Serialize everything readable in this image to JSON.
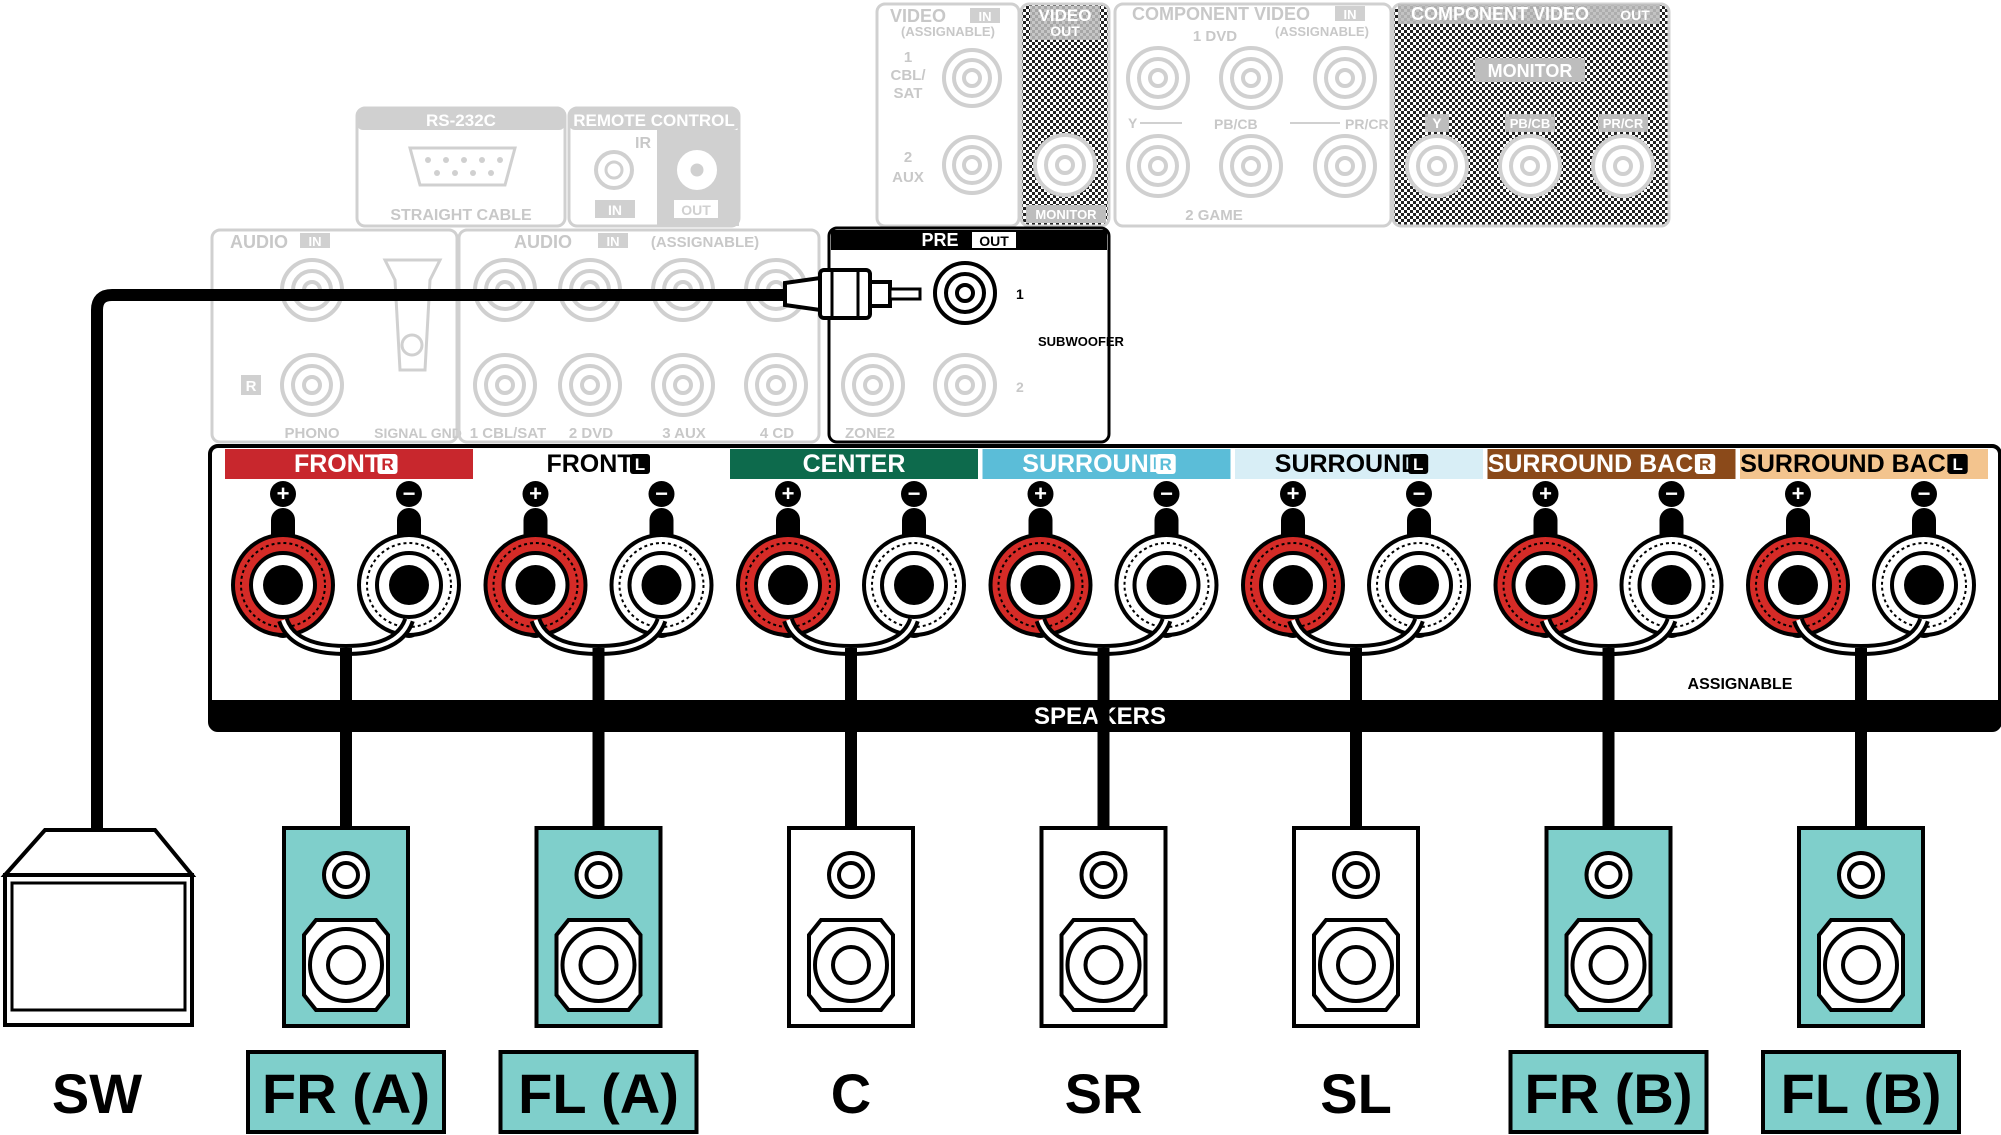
{
  "rear_panel": {
    "video_in": {
      "title": "VIDEO",
      "tag": "IN",
      "sub": "(ASSIGNABLE)",
      "inputs": [
        "1",
        "CBL/",
        "SAT",
        "2",
        "AUX"
      ]
    },
    "video_out": {
      "title": "VIDEO",
      "tag": "OUT",
      "jack_label": "MONITOR"
    },
    "component_in": {
      "title": "COMPONENT VIDEO",
      "tag": "IN",
      "sub": "(ASSIGNABLE)",
      "top_label": "1 DVD",
      "bottom_label": "2 GAME",
      "ch_y": "Y",
      "ch_pb": "PB/CB",
      "ch_pr": "PR/CR"
    },
    "component_out": {
      "title": "COMPONENT VIDEO",
      "tag": "OUT",
      "monitor": "MONITOR",
      "ch_y": "Y",
      "ch_pb": "PB/CB",
      "ch_pr": "PR/CR"
    },
    "rs232c": {
      "title": "RS-232C",
      "cable": "STRAIGHT CABLE"
    },
    "remote_control": {
      "title": "REMOTE CONTROL",
      "ir": "IR",
      "in": "IN",
      "out": "OUT"
    },
    "audio_in_phono": {
      "title": "AUDIO",
      "tag": "IN",
      "r": "R",
      "phono": "PHONO",
      "signal_gnd": "SIGNAL GND"
    },
    "audio_in_assignable": {
      "title": "AUDIO",
      "tag": "IN",
      "sub": "(ASSIGNABLE)",
      "inputs": [
        "1 CBL/SAT",
        "2 DVD",
        "3 AUX",
        "4 CD"
      ]
    },
    "pre_out": {
      "title": "PRE",
      "tag": "OUT",
      "ch1": "1",
      "ch2": "2",
      "subwoofer": "SUBWOOFER",
      "zone2": "ZONE2"
    },
    "speakers": {
      "label": "SPEAKERS",
      "assignable": "ASSIGNABLE",
      "plus": "+",
      "minus": "−",
      "channels": [
        {
          "name": "FRONT",
          "side": "R",
          "color": "#c8272d",
          "text_color": "#ffffff"
        },
        {
          "name": "FRONT",
          "side": "L",
          "color": "#ffffff",
          "text_color": "#000000"
        },
        {
          "name": "CENTER",
          "side": "",
          "color": "#0d6a4c",
          "text_color": "#ffffff"
        },
        {
          "name": "SURROUND",
          "side": "R",
          "color": "#5bbdd8",
          "text_color": "#ffffff"
        },
        {
          "name": "SURROUND",
          "side": "L",
          "color": "#d8eef6",
          "text_color": "#000000"
        },
        {
          "name": "SURROUND BACK",
          "side": "R",
          "color": "#8b4a1a",
          "text_color": "#ffffff"
        },
        {
          "name": "SURROUND BACK",
          "side": "L",
          "color": "#f3c48e",
          "text_color": "#000000"
        }
      ]
    }
  },
  "devices": {
    "subwoofer_label": "SW",
    "speakers": [
      {
        "label": "FR (A)",
        "highlighted": true
      },
      {
        "label": "FL (A)",
        "highlighted": true
      },
      {
        "label": "C",
        "highlighted": false
      },
      {
        "label": "SR",
        "highlighted": false
      },
      {
        "label": "SL",
        "highlighted": false
      },
      {
        "label": "FR (B)",
        "highlighted": true
      },
      {
        "label": "FL (B)",
        "highlighted": true
      }
    ]
  },
  "colors": {
    "highlight_fill": "#7fcfcb",
    "terminal_red": "#d52b27",
    "disabled_gray": "#d0d0d0"
  }
}
